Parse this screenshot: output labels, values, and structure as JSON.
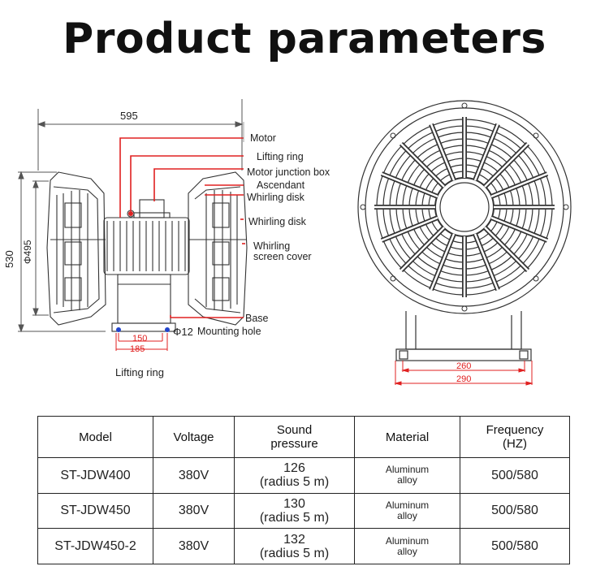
{
  "title": "Product parameters",
  "side_view": {
    "dim_width": "595",
    "dim_height_outer": "530",
    "dim_diameter": "Φ495",
    "dim_hole": "Φ12",
    "dim_base_inner": "150",
    "dim_base_outer": "185",
    "callouts": [
      "Motor",
      "Lifting ring",
      "Motor junction box",
      "Ascendant",
      "Whirling disk",
      "Whirling disk",
      "Whirling",
      "screen cover",
      "Base",
      "Mounting hole"
    ]
  },
  "front_view": {
    "dim_inner": "260",
    "dim_outer": "290"
  },
  "caption": "Lifting ring",
  "table": {
    "headers": [
      {
        "l1": "Model",
        "l2": ""
      },
      {
        "l1": "Voltage",
        "l2": ""
      },
      {
        "l1": "Sound",
        "l2": "pressure"
      },
      {
        "l1": "Material",
        "l2": ""
      },
      {
        "l1": "Frequency",
        "l2": "(HZ)"
      }
    ],
    "rows": [
      {
        "model": "ST-JDW400",
        "voltage": "380V",
        "sp1": "126",
        "sp2": "(radius 5 m)",
        "m1": "Aluminum",
        "m2": "alloy",
        "freq": "500/580"
      },
      {
        "model": "ST-JDW450",
        "voltage": "380V",
        "sp1": "130",
        "sp2": "(radius 5 m)",
        "m1": "Aluminum",
        "m2": "alloy",
        "freq": "500/580"
      },
      {
        "model": "ST-JDW450-2",
        "voltage": "380V",
        "sp1": "132",
        "sp2": "(radius 5 m)",
        "m1": "Aluminum",
        "m2": "alloy",
        "freq": "500/580"
      }
    ]
  }
}
